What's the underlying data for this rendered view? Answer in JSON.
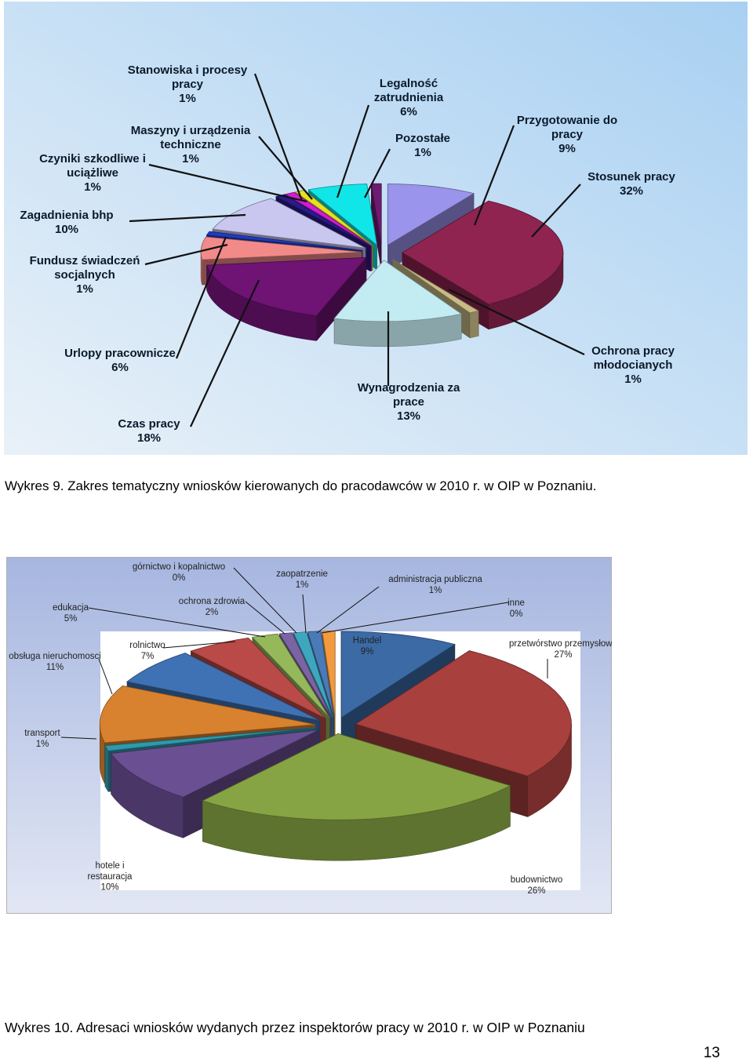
{
  "charts": [
    {
      "caption": "Wykres 9. Zakres tematyczny wniosków kierowanych do pracodawców w 2010 r. w OIP w Poznaniu.",
      "background_gradient": [
        "#a8d0f2",
        "#e9f1f8"
      ]
    },
    {
      "caption": "Wykres 10. Adresaci wniosków wydanych przez inspektorów pracy w 2010 r. w OIP w Poznaniu",
      "background_gradient": [
        "#a6b6e0",
        "#e2e7f4"
      ]
    }
  ],
  "page_number": "13",
  "chart_data": [
    {
      "type": "pie",
      "variant": "3d-exploded",
      "title": "",
      "slices": [
        {
          "label_lines": [
            "Przygotowanie do",
            "pracy",
            "9%"
          ],
          "value": 9,
          "color": "#9b94ec"
        },
        {
          "label_lines": [
            "Stosunek pracy",
            "32%"
          ],
          "value": 32,
          "color": "#8f2450"
        },
        {
          "label_lines": [
            "Ochrona pracy",
            "młodocianych",
            "1%"
          ],
          "value": 1,
          "color": "#c8bb86"
        },
        {
          "label_lines": [
            "Wynagrodzenia za",
            "prace",
            "13%"
          ],
          "value": 13,
          "color": "#c3ecf2"
        },
        {
          "label_lines": [
            "Czas pracy",
            "18%"
          ],
          "value": 18,
          "color": "#6f1374"
        },
        {
          "label_lines": [
            "Urlopy pracownicze",
            "6%"
          ],
          "value": 6,
          "color": "#f38a8a"
        },
        {
          "label_lines": [
            "Fundusz świadczeń",
            "socjalnych",
            "1%"
          ],
          "value": 1,
          "color": "#1f3bbf"
        },
        {
          "label_lines": [
            "Zagadnienia bhp",
            "10%"
          ],
          "value": 10,
          "color": "#c9c6f0"
        },
        {
          "label_lines": [
            "Czyniki szkodliwe i",
            "uciążliwe",
            "1%"
          ],
          "value": 1,
          "color": "#2a1a8a"
        },
        {
          "label_lines": [
            "Stanowiska i procesy",
            "pracy",
            "1%"
          ],
          "value": 1,
          "color": "#d11bd4"
        },
        {
          "label_lines": [
            "Maszyny i urządzenia",
            "techniczne",
            "1%"
          ],
          "value": 1,
          "color": "#e6e21e"
        },
        {
          "label_lines": [
            "Legalność",
            "zatrudnienia",
            "6%"
          ],
          "value": 6,
          "color": "#10e6e8"
        },
        {
          "label_lines": [
            "Pozostałe",
            "1%"
          ],
          "value": 1,
          "color": "#6d1b70"
        }
      ]
    },
    {
      "type": "pie",
      "variant": "3d-exploded",
      "title": "",
      "slices": [
        {
          "label_lines": [
            "Handel",
            "9%"
          ],
          "value": 9,
          "color": "#3b6aa5"
        },
        {
          "label_lines": [
            "przetwórstwo przemysłowe",
            "27%"
          ],
          "value": 27,
          "color": "#a8403e"
        },
        {
          "label_lines": [
            "budownictwo",
            "26%"
          ],
          "value": 26,
          "color": "#86a443"
        },
        {
          "label_lines": [
            "hotele i",
            "restauracja",
            "10%"
          ],
          "value": 10,
          "color": "#6b4f93"
        },
        {
          "label_lines": [
            "transport",
            "1%"
          ],
          "value": 1,
          "color": "#2f99ad"
        },
        {
          "label_lines": [
            "obsługa nieruchomosci",
            "11%"
          ],
          "value": 11,
          "color": "#d8822f"
        },
        {
          "label_lines": [
            "rolnictwo",
            "7%"
          ],
          "value": 7,
          "color": "#3f72b4"
        },
        {
          "label_lines": [
            "edukacja",
            "5%"
          ],
          "value": 5,
          "color": "#b94a48"
        },
        {
          "label_lines": [
            "ochrona zdrowia",
            "2%"
          ],
          "value": 2,
          "color": "#95b85a"
        },
        {
          "label_lines": [
            "górnictwo i kopalnictwo",
            "0%"
          ],
          "value": 0,
          "color": "#7b64a3"
        },
        {
          "label_lines": [
            "zaopatrzenie",
            "1%"
          ],
          "value": 1,
          "color": "#3fa7bd"
        },
        {
          "label_lines": [
            "administracja publiczna",
            "1%"
          ],
          "value": 1,
          "color": "#4a7ab8"
        },
        {
          "label_lines": [
            "inne",
            "0%"
          ],
          "value": 0,
          "color": "#f29a3d"
        }
      ]
    }
  ]
}
